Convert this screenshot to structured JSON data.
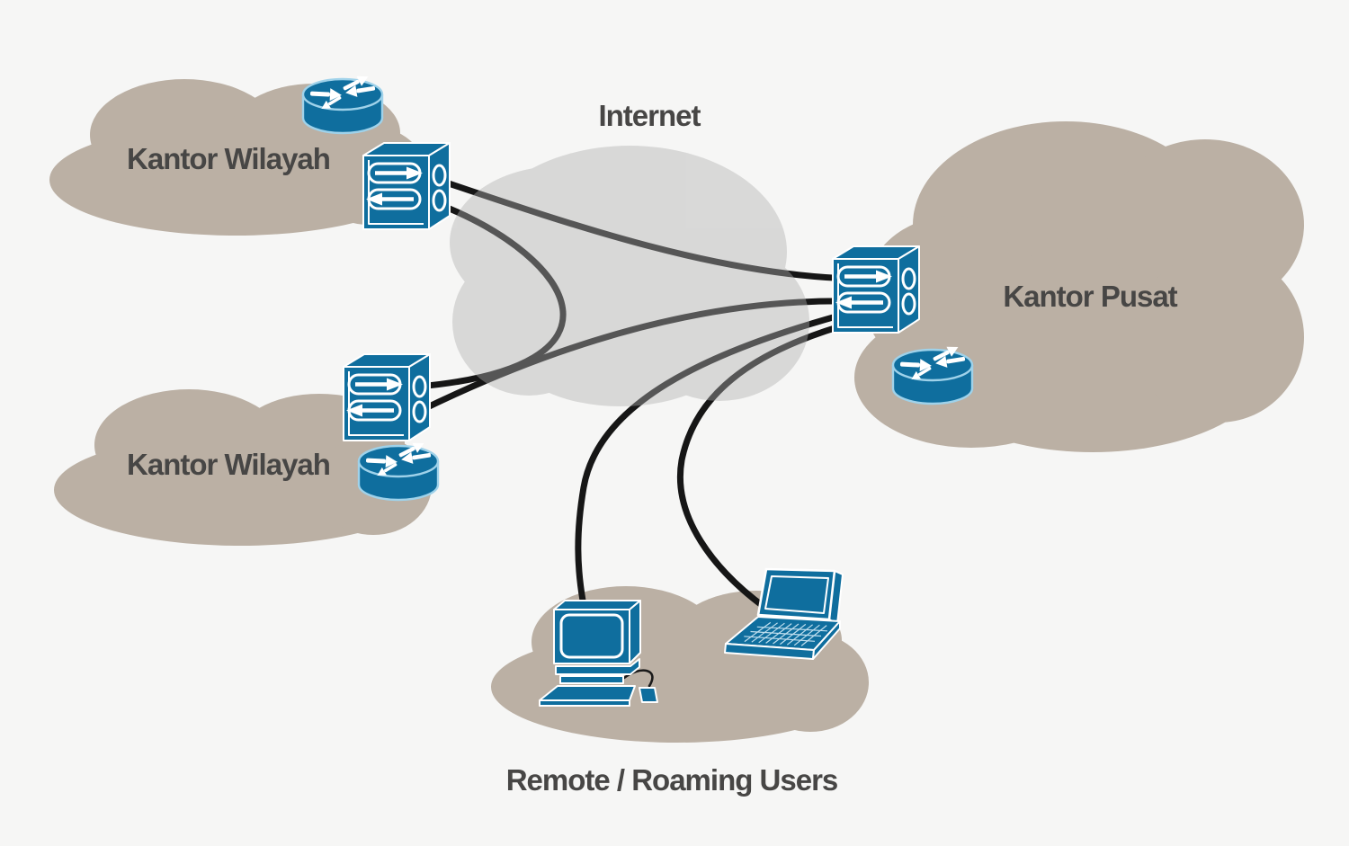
{
  "title": "VPN network topology diagram",
  "labels": {
    "internet": "Internet",
    "site_top": "Kantor Wilayah",
    "site_bottom": "Kantor Wilayah",
    "headquarters": "Kantor Pusat",
    "remote_users": "Remote / Roaming Users"
  },
  "colors": {
    "background": "#f6f6f5",
    "site_cloud": "#bbb0a4",
    "internet_cloud": "#b0b0b0",
    "device_blue": "#0f6e9e",
    "device_outline": "#ffffff",
    "line": "#161616",
    "text": "#474645"
  },
  "icons": {
    "router": "cisco-router-icon",
    "vpn_router": "vpn-router-icon",
    "desktop": "desktop-pc-icon",
    "laptop": "laptop-icon",
    "cloud": "cloud-shape"
  },
  "topology": {
    "internet_cloud": "Internet",
    "sites": [
      {
        "label": "Kantor Wilayah",
        "position": "top-left",
        "devices": [
          "router",
          "vpn-router"
        ]
      },
      {
        "label": "Kantor Wilayah",
        "position": "middle-left",
        "devices": [
          "vpn-router",
          "router"
        ]
      },
      {
        "label": "Kantor Pusat",
        "position": "right",
        "devices": [
          "vpn-router",
          "router"
        ]
      },
      {
        "label": "Remote / Roaming Users",
        "position": "bottom",
        "devices": [
          "desktop-pc",
          "laptop"
        ]
      }
    ],
    "links": [
      {
        "from": "Kantor Wilayah top-left vpn-router",
        "to": "Kantor Pusat vpn-router",
        "via": "Internet"
      },
      {
        "from": "Kantor Wilayah top-left vpn-router",
        "to": "Kantor Wilayah middle-left vpn-router",
        "via": "Internet"
      },
      {
        "from": "Kantor Wilayah middle-left vpn-router",
        "to": "Kantor Pusat vpn-router",
        "via": "Internet"
      },
      {
        "from": "Remote desktop-pc",
        "to": "Kantor Pusat vpn-router",
        "via": "Internet"
      },
      {
        "from": "Remote laptop",
        "to": "Kantor Pusat vpn-router",
        "via": "Internet"
      }
    ]
  }
}
